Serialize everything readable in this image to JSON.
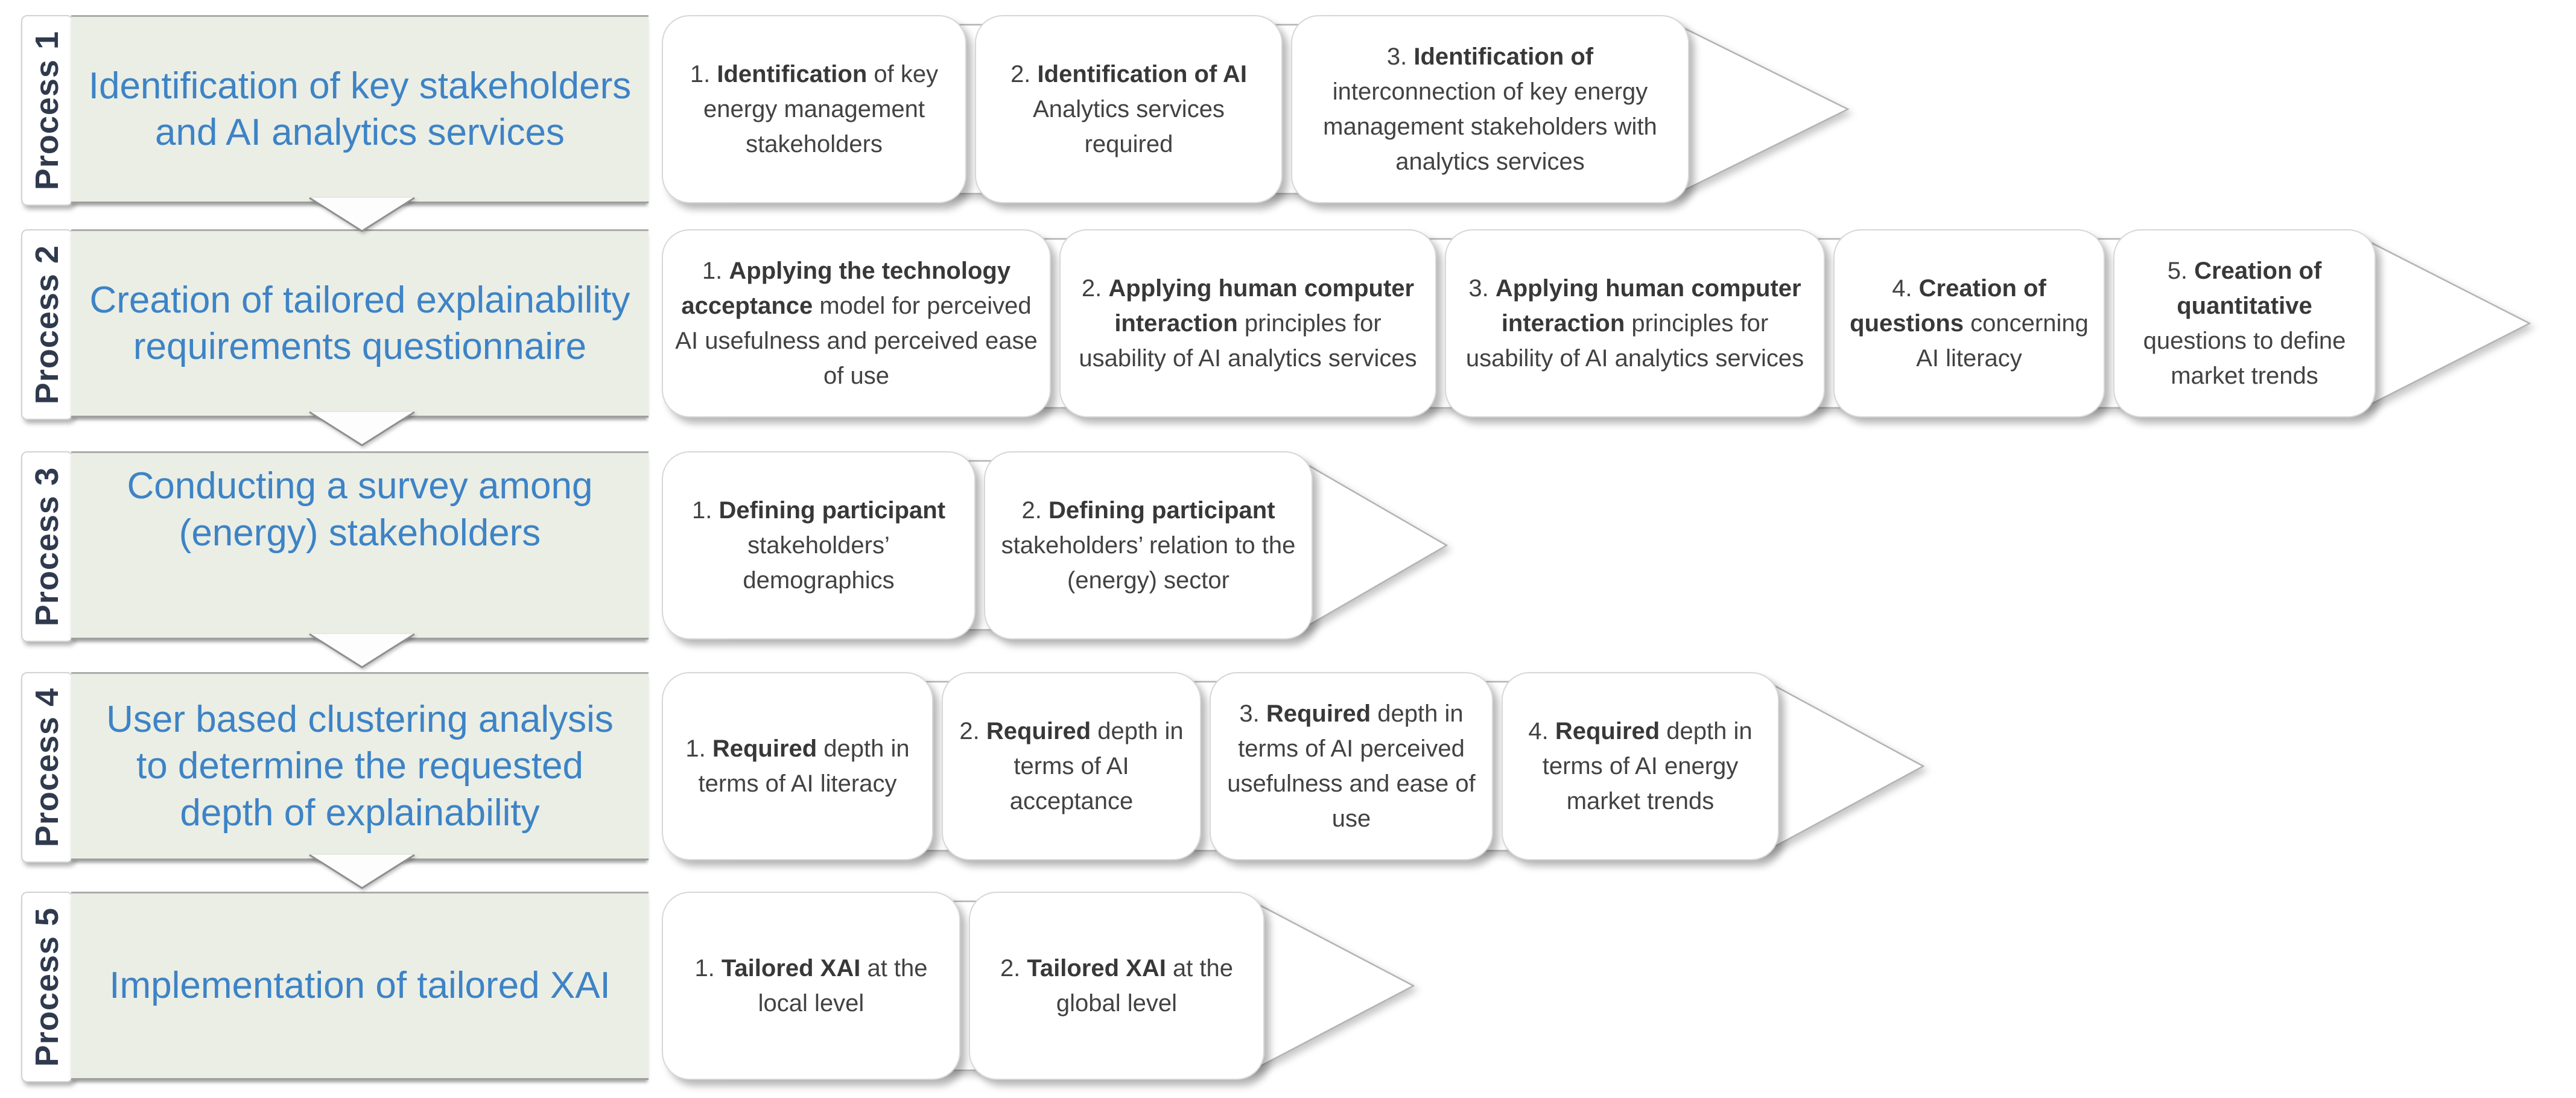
{
  "diagram": {
    "type": "process-flow",
    "colors": {
      "title_blue": "#3d83c6",
      "process_box_green": "#ebeee5",
      "label_navy": "#303a4e",
      "step_text_gray": "#424242",
      "background": "#ffffff"
    }
  },
  "processes": [
    {
      "label": "Process 1",
      "title": "Identification of key stakeholders and AI analytics services",
      "steps": [
        {
          "num": "1.",
          "bold": "Identification",
          "rest": " of key energy management stakeholders"
        },
        {
          "num": "2.",
          "bold": "Identification of AI",
          "rest": " Analytics services required"
        },
        {
          "num": "3.",
          "bold": "Identification of",
          "rest": " interconnection of key energy management stakeholders with analytics services"
        }
      ]
    },
    {
      "label": "Process 2",
      "title": "Creation of tailored explainability requirements questionnaire",
      "steps": [
        {
          "num": "1.",
          "bold": "Applying the technology acceptance",
          "rest": " model for perceived AI usefulness and perceived ease of use"
        },
        {
          "num": "2.",
          "bold": "Applying human computer interaction",
          "rest": " principles for usability of AI analytics services"
        },
        {
          "num": "3.",
          "bold": "Applying human computer interaction",
          "rest": " principles for usability of AI analytics services"
        },
        {
          "num": "4.",
          "bold": "Creation of questions",
          "rest": " concerning AI literacy"
        },
        {
          "num": "5.",
          "bold": "Creation of quantitative",
          "rest": " questions to define market trends"
        }
      ]
    },
    {
      "label": "Process 3",
      "title": "Conducting a survey among (energy) stakeholders",
      "steps": [
        {
          "num": "1.",
          "bold": "Defining participant",
          "rest": " stakeholders’ demographics"
        },
        {
          "num": "2.",
          "bold": "Defining participant",
          "rest": " stakeholders’ relation to the (energy) sector"
        }
      ]
    },
    {
      "label": "Process 4",
      "title": "User based clustering analysis to determine the requested depth of explainability",
      "steps": [
        {
          "num": "1.",
          "bold": "Required",
          "rest": " depth in terms of AI literacy"
        },
        {
          "num": "2.",
          "bold": "Required",
          "rest": " depth in terms of AI acceptance"
        },
        {
          "num": "3.",
          "bold": "Required",
          "rest": " depth in terms of AI perceived usefulness and ease of use"
        },
        {
          "num": "4.",
          "bold": "Required",
          "rest": " depth in terms of AI energy market trends"
        }
      ]
    },
    {
      "label": "Process 5",
      "title": "Implementation of tailored XAI",
      "steps": [
        {
          "num": "1.",
          "bold": "Tailored XAI",
          "rest": " at the local level"
        },
        {
          "num": "2.",
          "bold": "Tailored XAI",
          "rest": " at the global level"
        }
      ]
    }
  ]
}
